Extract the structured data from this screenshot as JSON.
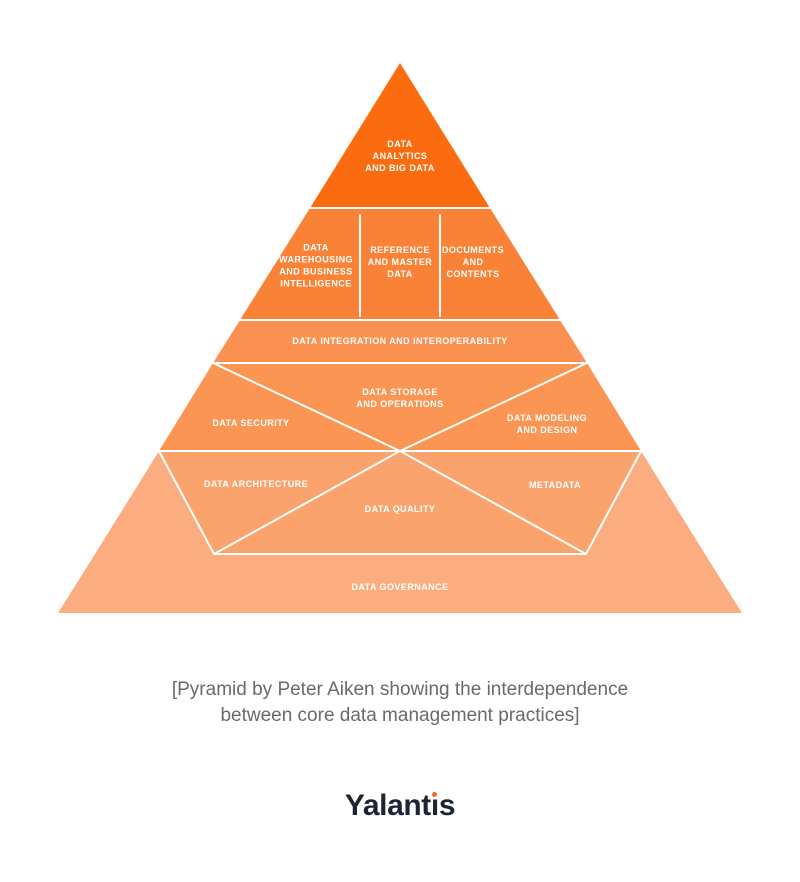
{
  "pyramid": {
    "line_color": "#ffffff",
    "label_text_color": "#ffffff",
    "levels": [
      {
        "name": "data-analytics-and-big-data",
        "color": "#fb6c10",
        "label_lines": [
          "DATA",
          "ANALYTICS",
          "AND BIG DATA"
        ]
      },
      {
        "name": "level-2",
        "color": "#f98236",
        "cells": [
          {
            "name": "data-warehousing-and-business-intelligence",
            "label_lines": [
              "DATA",
              "WAREHOUSING",
              "AND BUSINESS",
              "INTELLIGENCE"
            ]
          },
          {
            "name": "reference-and-master-data",
            "label_lines": [
              "REFERENCE",
              "AND MASTER",
              "DATA"
            ]
          },
          {
            "name": "documents-and-contents",
            "label_lines": [
              "DOCUMENTS",
              "AND",
              "CONTENTS"
            ]
          }
        ]
      },
      {
        "name": "data-integration-and-interoperability",
        "color": "#fa9150",
        "label_lines": [
          "DATA INTEGRATION AND INTEROPERABILITY"
        ]
      },
      {
        "name": "upper-cross-band",
        "color": "#fa9553",
        "cells": [
          {
            "name": "data-storage-and-operations",
            "label_lines": [
              "DATA STORAGE",
              "AND OPERATIONS"
            ]
          },
          {
            "name": "data-security",
            "label_lines": [
              "DATA SECURITY"
            ]
          },
          {
            "name": "data-modeling-and-design",
            "label_lines": [
              "DATA MODELING",
              "AND DESIGN"
            ]
          }
        ]
      },
      {
        "name": "lower-cross-band",
        "color": "#fba36c",
        "cells": [
          {
            "name": "data-architecture",
            "label_lines": [
              "DATA ARCHITECTURE"
            ]
          },
          {
            "name": "metadata",
            "label_lines": [
              "METADATA"
            ]
          },
          {
            "name": "data-quality",
            "label_lines": [
              "DATA QUALITY"
            ]
          }
        ]
      },
      {
        "name": "data-governance",
        "color": "#fcad7f",
        "label_lines": [
          "DATA GOVERNANCE"
        ]
      }
    ]
  },
  "caption": {
    "lines": [
      "[Pyramid by Peter Aiken showing the interdependence",
      "between core data management practices]"
    ]
  },
  "logo": {
    "part1": "Yalant",
    "dotless_i": "ı",
    "part2": "s",
    "full_name": "Yalantis",
    "dot_color": "#f2682a",
    "text_color": "#1d2433"
  }
}
